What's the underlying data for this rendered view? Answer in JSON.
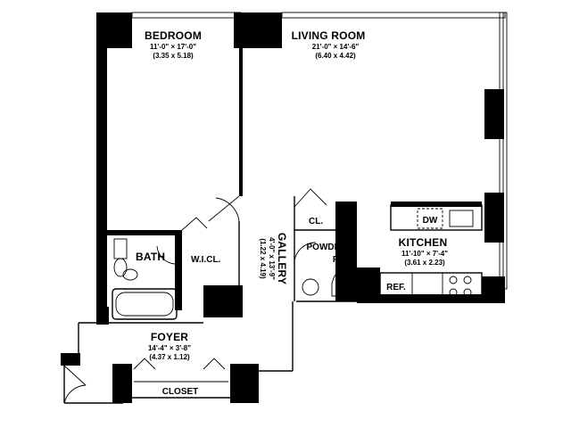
{
  "rooms": {
    "bedroom": {
      "name": "BEDROOM",
      "dim_imperial": "11'-0\" × 17'-0\"",
      "dim_metric": "(3.35 x 5.18)"
    },
    "living_room": {
      "name": "LIVING ROOM",
      "dim_imperial": "21'-0\" × 14'-6\"",
      "dim_metric": "(6.40 x 4.42)"
    },
    "kitchen": {
      "name": "KITCHEN",
      "dim_imperial": "11'-10\" × 7'-4\"",
      "dim_metric": "(3.61 x 2.23)"
    },
    "gallery": {
      "name": "GALLERY",
      "dim_imperial": "4'-0\" x 13'-9\"",
      "dim_metric": "(1.22 x 4.19)"
    },
    "foyer": {
      "name": "FOYER",
      "dim_imperial": "14'-4\" × 3'-8\"",
      "dim_metric": "(4.37 x 1.12)"
    },
    "bath": {
      "name": "BATH"
    },
    "wicl": {
      "name": "W.I.CL."
    },
    "powder": {
      "name_line1": "POWDER",
      "name_line2": "RM."
    },
    "cl": {
      "name": "CL."
    },
    "closet": {
      "name": "CLOSET"
    }
  },
  "fixtures": {
    "dishwasher": "DW",
    "refrigerator": "REF."
  }
}
